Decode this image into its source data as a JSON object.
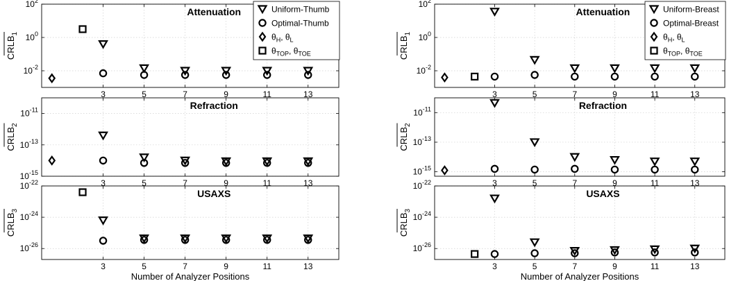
{
  "chart_data": [
    {
      "type": "scatter",
      "title": "Attenuation",
      "ylabel": {
        "base": "CRLB",
        "sub": "1"
      },
      "xlabel": "",
      "xlim": [
        0,
        14.5
      ],
      "ylog": true,
      "ylim_exp": [
        -3,
        2
      ],
      "ytick_exps": [
        -2,
        0,
        2
      ],
      "xticks": [
        3,
        5,
        7,
        9,
        11,
        13
      ],
      "grid": true,
      "legend_placement": "top-right",
      "series": [
        {
          "marker": "triangle-down",
          "x": [
            3,
            5,
            7,
            9,
            11,
            13
          ],
          "y_exp": [
            -0.4,
            -1.85,
            -2.0,
            -2.0,
            -2.0,
            -2.0
          ]
        },
        {
          "marker": "circle",
          "x": [
            3,
            5,
            7,
            9,
            11,
            13
          ],
          "y_exp": [
            -2.15,
            -2.25,
            -2.25,
            -2.25,
            -2.25,
            -2.25
          ]
        },
        {
          "marker": "diamond",
          "x": [
            0.5
          ],
          "y_exp": [
            -2.45
          ]
        },
        {
          "marker": "square",
          "x": [
            2
          ],
          "y_exp": [
            0.5
          ]
        }
      ]
    },
    {
      "type": "scatter",
      "title": "Refraction",
      "ylabel": {
        "base": "CRLB",
        "sub": "2"
      },
      "xlabel": "",
      "xlim": [
        0,
        14.5
      ],
      "ylog": true,
      "ylim_exp": [
        -15,
        -10
      ],
      "ytick_exps": [
        -15,
        -13,
        -11
      ],
      "xticks": [
        3,
        5,
        7,
        9,
        11,
        13
      ],
      "grid": true,
      "series": [
        {
          "marker": "triangle-down",
          "x": [
            3,
            5,
            7,
            9,
            11,
            13
          ],
          "y_exp": [
            -12.4,
            -13.8,
            -14.0,
            -14.05,
            -14.05,
            -14.05
          ]
        },
        {
          "marker": "circle",
          "x": [
            3,
            5,
            7,
            9,
            11,
            13
          ],
          "y_exp": [
            -14.0,
            -14.15,
            -14.15,
            -14.15,
            -14.15,
            -14.15
          ]
        },
        {
          "marker": "diamond",
          "x": [
            0.5
          ],
          "y_exp": [
            -14.0
          ]
        }
      ]
    },
    {
      "type": "scatter",
      "title": "USAXS",
      "ylabel": {
        "base": "CRLB",
        "sub": "3"
      },
      "xlabel": "Number of Analyzer Positions",
      "xlim": [
        0,
        14.5
      ],
      "ylog": true,
      "ylim_exp": [
        -26.7,
        -22
      ],
      "ytick_exps": [
        -26,
        -24,
        -22
      ],
      "xticks": [
        3,
        5,
        7,
        9,
        11,
        13
      ],
      "grid": true,
      "series": [
        {
          "marker": "triangle-down",
          "x": [
            3,
            5,
            7,
            9,
            11,
            13
          ],
          "y_exp": [
            -24.2,
            -25.35,
            -25.35,
            -25.35,
            -25.35,
            -25.35
          ]
        },
        {
          "marker": "circle",
          "x": [
            3,
            5,
            7,
            9,
            11,
            13
          ],
          "y_exp": [
            -25.5,
            -25.45,
            -25.45,
            -25.45,
            -25.45,
            -25.45
          ]
        },
        {
          "marker": "square",
          "x": [
            2
          ],
          "y_exp": [
            -22.4
          ]
        }
      ]
    },
    {
      "type": "scatter",
      "title": "Attenuation",
      "ylabel": {
        "base": "CRLB",
        "sub": "1"
      },
      "xlabel": "",
      "xlim": [
        0,
        14.5
      ],
      "ylog": true,
      "ylim_exp": [
        -3,
        2
      ],
      "ytick_exps": [
        -2,
        0,
        2
      ],
      "xticks": [
        3,
        5,
        7,
        9,
        11,
        13
      ],
      "grid": true,
      "legend_placement": "top-right",
      "series": [
        {
          "marker": "triangle-down",
          "x": [
            3,
            5,
            7,
            9,
            11,
            13
          ],
          "y_exp": [
            1.55,
            -1.35,
            -1.85,
            -1.85,
            -1.85,
            -1.85
          ]
        },
        {
          "marker": "circle",
          "x": [
            3,
            5,
            7,
            9,
            11,
            13
          ],
          "y_exp": [
            -2.35,
            -2.25,
            -2.35,
            -2.35,
            -2.35,
            -2.35
          ]
        },
        {
          "marker": "diamond",
          "x": [
            0.5
          ],
          "y_exp": [
            -2.4
          ]
        },
        {
          "marker": "square",
          "x": [
            2
          ],
          "y_exp": [
            -2.35
          ]
        }
      ]
    },
    {
      "type": "scatter",
      "title": "Refraction",
      "ylabel": {
        "base": "CRLB",
        "sub": "2"
      },
      "xlabel": "",
      "xlim": [
        0,
        14.5
      ],
      "ylog": true,
      "ylim_exp": [
        -15.3,
        -10
      ],
      "ytick_exps": [
        -15,
        -13,
        -11
      ],
      "xticks": [
        3,
        5,
        7,
        9,
        11,
        13
      ],
      "grid": true,
      "series": [
        {
          "marker": "triangle-down",
          "x": [
            3,
            5,
            7,
            9,
            11,
            13
          ],
          "y_exp": [
            -10.35,
            -13.0,
            -14.0,
            -14.2,
            -14.3,
            -14.3
          ]
        },
        {
          "marker": "circle",
          "x": [
            3,
            5,
            7,
            9,
            11,
            13
          ],
          "y_exp": [
            -14.8,
            -14.85,
            -14.8,
            -14.85,
            -14.85,
            -14.85
          ]
        },
        {
          "marker": "diamond",
          "x": [
            0.5
          ],
          "y_exp": [
            -14.9
          ]
        }
      ]
    },
    {
      "type": "scatter",
      "title": "USAXS",
      "ylabel": {
        "base": "CRLB",
        "sub": "3"
      },
      "xlabel": "Number of Analyzer Positions",
      "xlim": [
        0,
        14.5
      ],
      "ylog": true,
      "ylim_exp": [
        -26.7,
        -22
      ],
      "ytick_exps": [
        -26,
        -24,
        -22
      ],
      "xticks": [
        3,
        5,
        7,
        9,
        11,
        13
      ],
      "grid": true,
      "series": [
        {
          "marker": "triangle-down",
          "x": [
            3,
            5,
            7,
            9,
            11,
            13
          ],
          "y_exp": [
            -22.8,
            -25.6,
            -26.15,
            -26.1,
            -26.05,
            -26.0
          ]
        },
        {
          "marker": "circle",
          "x": [
            3,
            5,
            7,
            9,
            11,
            13
          ],
          "y_exp": [
            -26.35,
            -26.3,
            -26.3,
            -26.25,
            -26.25,
            -26.25
          ]
        },
        {
          "marker": "square",
          "x": [
            2
          ],
          "y_exp": [
            -26.35
          ]
        }
      ]
    }
  ],
  "legends": [
    {
      "entries": [
        {
          "marker": "triangle-down",
          "label": "Uniform-Thumb"
        },
        {
          "marker": "circle",
          "label": "Optimal-Thumb"
        },
        {
          "marker": "diamond",
          "label": "θH, θL",
          "parts": [
            [
              "θ",
              ""
            ],
            [
              "H",
              "sub"
            ],
            [
              ", θ",
              ""
            ],
            [
              "L",
              "sub"
            ]
          ]
        },
        {
          "marker": "square",
          "label": "θTOP, θTOE",
          "parts": [
            [
              "θ",
              ""
            ],
            [
              "TOP",
              "sub"
            ],
            [
              ", θ",
              ""
            ],
            [
              "TOE",
              "sub"
            ]
          ]
        }
      ]
    },
    {
      "entries": [
        {
          "marker": "triangle-down",
          "label": "Uniform-Breast"
        },
        {
          "marker": "circle",
          "label": "Optimal-Breast"
        },
        {
          "marker": "diamond",
          "label": "θH, θL",
          "parts": [
            [
              "θ",
              ""
            ],
            [
              "H",
              "sub"
            ],
            [
              ", θ",
              ""
            ],
            [
              "L",
              "sub"
            ]
          ]
        },
        {
          "marker": "square",
          "label": "θTOP, θTOE",
          "parts": [
            [
              "θ",
              ""
            ],
            [
              "TOP",
              "sub"
            ],
            [
              ", θ",
              ""
            ],
            [
              "TOE",
              "sub"
            ]
          ]
        }
      ]
    }
  ]
}
